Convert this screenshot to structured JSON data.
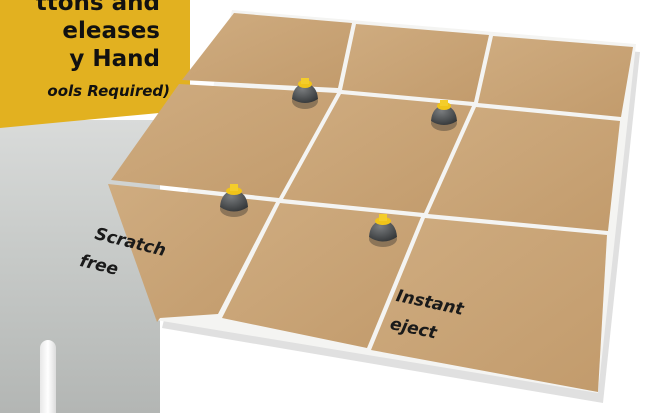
{
  "banner": {
    "line1": "ttons and",
    "line2": "eleases",
    "line3": "y Hand",
    "line4": "ools Required)"
  },
  "tile_labels": {
    "scratch": [
      "Scratch",
      "free"
    ],
    "eject": [
      "Instant",
      "eject"
    ]
  },
  "colors": {
    "banner": "#e2b120",
    "tile": "#c9a477",
    "grout": "#f2f2f2",
    "spacer_yellow": "#f0c419",
    "spacer_base": "#4a4d4f"
  }
}
